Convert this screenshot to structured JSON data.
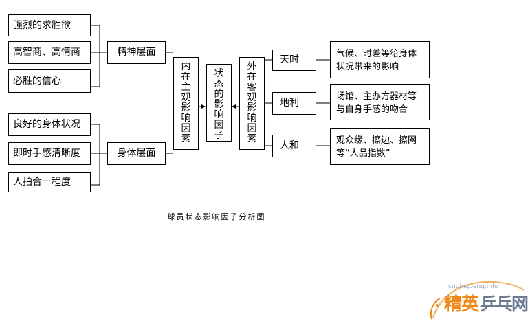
{
  "left_top_items": [
    "强烈的求胜欲",
    "高智商、高情商",
    "必胜的信心"
  ],
  "left_bottom_items": [
    "良好的身体状况",
    "即时手感清晰度",
    "人拍合一程度"
  ],
  "spirit_level": "精神层面",
  "body_level": "身体层面",
  "inner_factor": "内在主观影响因素",
  "center_factor": "状态的影响因子",
  "outer_factor": "外在客观影响因素",
  "outer_items": [
    {
      "name": "天时",
      "detail": "气候、时差等给身体状况带来的影响"
    },
    {
      "name": "地利",
      "detail": "场馆、主办方器材等与自身手感的吻合"
    },
    {
      "name": "人和",
      "detail": "观众缘、擦边、擦网等“人品指数”"
    }
  ],
  "caption": "球员状态影响因子分析图",
  "watermark": {
    "url": "cnpingpang.info",
    "brand_left": "精英",
    "brand_right": "乒乓网",
    "colors": {
      "orange": "#ef8a1a",
      "gray": "#6b7a90"
    }
  }
}
